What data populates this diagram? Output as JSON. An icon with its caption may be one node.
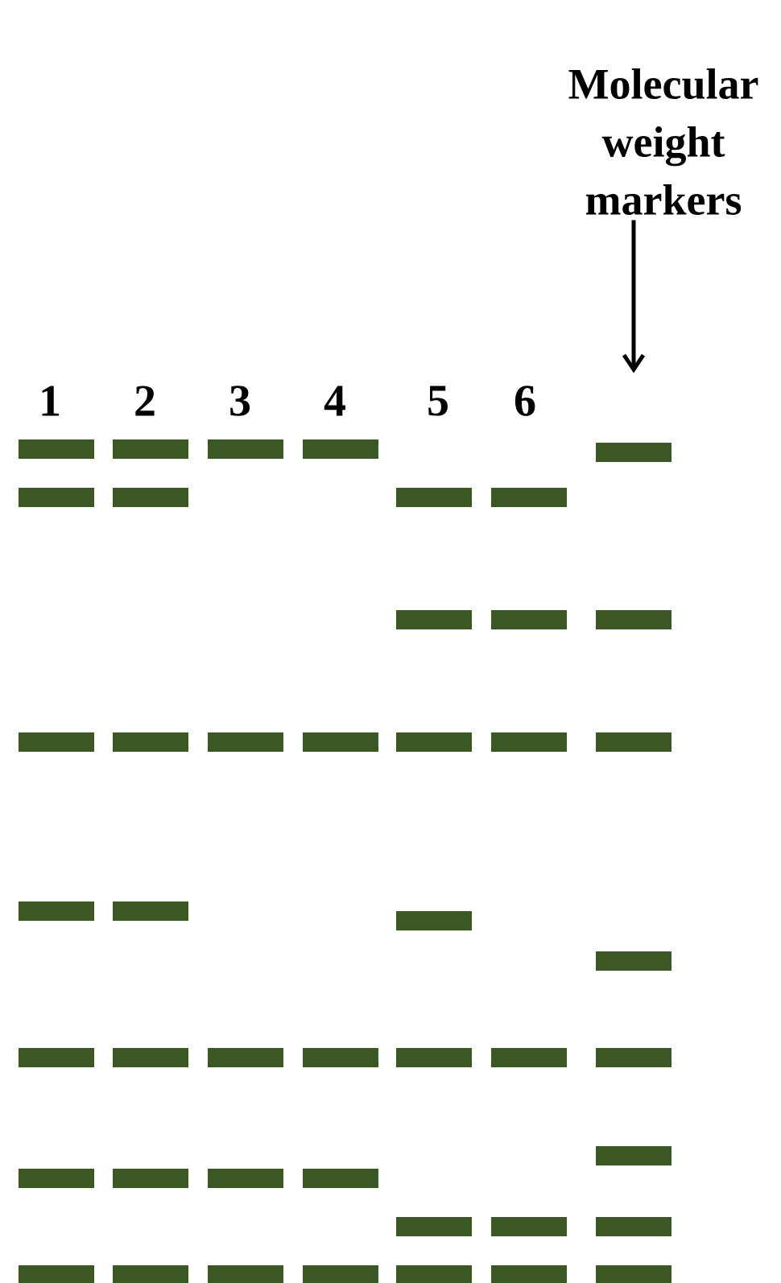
{
  "diagram": {
    "nodes": [
      {
        "text": [
          "Molecular weight markers"
        ]
      },
      {
        "text": [],
        "shape": "bar"
      },
      {
        "text": [],
        "shape": "bar"
      },
      {
        "text": [],
        "shape": "bar"
      },
      {
        "text": [],
        "shape": "bar"
      },
      {
        "text": [],
        "shape": "bar"
      },
      {
        "text": [],
        "shape": "bar"
      },
      {
        "text": [],
        "shape": "bar"
      },
      {
        "text": [],
        "shape": "bar"
      },
      {
        "text": [],
        "shape": "bar"
      },
      {
        "text": [],
        "shape": "bar"
      },
      {
        "text": [],
        "shape": "bar"
      },
      {
        "text": [],
        "shape": "bar"
      },
      {
        "text": [],
        "shape": "bar"
      },
      {
        "text": [],
        "shape": "bar"
      },
      {
        "text": [],
        "shape": "bar"
      },
      {
        "text": [],
        "shape": "bar"
      },
      {
        "text": [],
        "shape": "bar"
      },
      {
        "text": [],
        "shape": "bar"
      },
      {
        "text": [],
        "shape": "bar"
      },
      {
        "text": [],
        "shape": "bar"
      },
      {
        "text": [],
        "shape": "bar"
      },
      {
        "text": [],
        "shape": "bar"
      },
      {
        "text": [],
        "shape": "bar"
      },
      {
        "text": [],
        "shape": "bar"
      },
      {
        "text": [],
        "shape": "bar"
      },
      {
        "text": [],
        "shape": "bar"
      },
      {
        "text": [],
        "shape": "bar"
      },
      {
        "text": [],
        "shape": "bar"
      },
      {
        "text": [],
        "shape": "bar"
      },
      {
        "text": [],
        "shape": "bar"
      },
      {
        "text": [],
        "shape": "bar"
      },
      {
        "text": [],
        "shape": "bar"
      },
      {
        "text": [],
        "shape": "bar"
      },
      {
        "text": [],
        "shape": "bar"
      },
      {
        "text": [],
        "shape": "bar"
      },
      {
        "text": [],
        "shape": "bar"
      },
      {
        "text": [],
        "shape": "bar"
      },
      {
        "text": [],
        "shape": "bar"
      },
      {
        "text": [],
        "shape": "bar"
      },
      {
        "text": [],
        "shape": "bar"
      },
      {
        "text": [],
        "shape": "bar"
      },
      {
        "text": [],
        "shape": "bar"
      },
      {
        "text": [],
        "shape": "bar"
      },
      {
        "text": [],
        "shape": "bar"
      },
      {
        "text": [],
        "shape": "bar"
      }
    ],
    "edges": [
      {
        "from": 0,
        "to": 38,
        "arrow": "to"
      }
    ],
    "labels": [
      "1",
      "2",
      "3",
      "4",
      "5",
      "6"
    ]
  }
}
